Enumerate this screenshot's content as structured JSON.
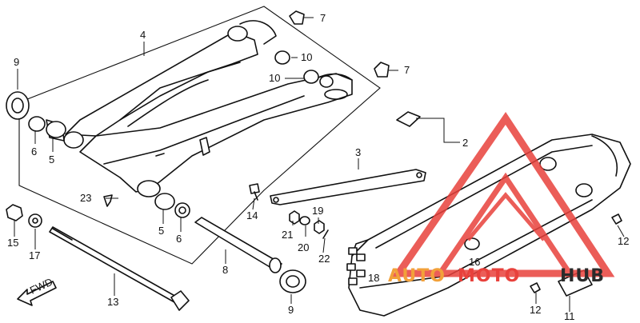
{
  "diagram": {
    "callouts": {
      "c2": "2",
      "c3": "3",
      "c4": "4",
      "c5a": "5",
      "c5b": "5",
      "c6a": "6",
      "c6b": "6",
      "c7a": "7",
      "c7b": "7",
      "c8": "8",
      "c9a": "9",
      "c9b": "9",
      "c10a": "10",
      "c10b": "10",
      "c11": "11",
      "c12a": "12",
      "c12b": "12",
      "c13": "13",
      "c14": "14",
      "c15": "15",
      "c16": "16",
      "c17": "17",
      "c18": "18",
      "c19": "19",
      "c20": "20",
      "c21": "21",
      "c22": "22",
      "c23": "23"
    },
    "fwd_label": "FWD"
  },
  "watermark": {
    "brand_part1": "AUTO",
    "brand_part2": "MOTO",
    "brand_part3": "HUB",
    "colors": {
      "red": "#e8413c",
      "orange": "#f2a13a",
      "dark": "#2b2b2b"
    }
  }
}
